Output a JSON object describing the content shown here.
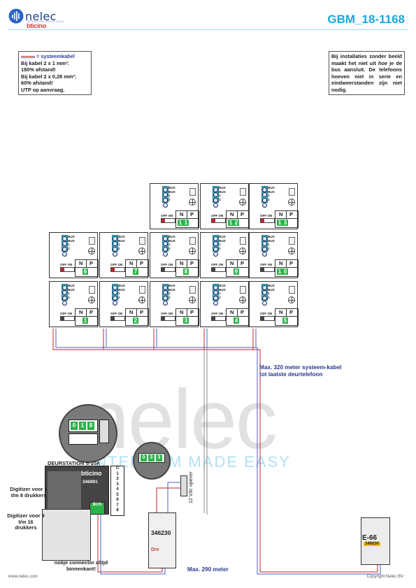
{
  "header": {
    "logo_text": "nelec",
    "logo_subtext": "INTERCOM MADE EASY",
    "logo_brand": "bticino",
    "doc_title": "GBM_18-1168"
  },
  "notes": {
    "left": {
      "legend_label": "= systeemkabel",
      "lines": [
        "Bij kabel 2 x 1 mm²:",
        "180% afstand!",
        "Bij kabel 2 x 0,28 mm²:",
        "60% afstand!",
        "UTP op aanvraag."
      ]
    },
    "right": {
      "parts": [
        "Bij installaties zonder beeld maakt het niet uit ",
        "hoe",
        " je de bus aansluit. De telefoons hoeven niet in serie en eindweerstanden zijn niet nodig."
      ]
    }
  },
  "watermark": {
    "big": "nelec",
    "tagline": "INTERCOM MADE EASY"
  },
  "phone_labels": {
    "terminals": [
      "BUS",
      "BUS",
      "1",
      "2"
    ],
    "off_on": "OFF ON",
    "n": "N",
    "p": "P"
  },
  "phones": [
    {
      "id": 1,
      "switch": "off",
      "digits": [
        "",
        "1"
      ]
    },
    {
      "id": 2,
      "switch": "off",
      "digits": [
        "",
        "2"
      ]
    },
    {
      "id": 3,
      "switch": "off",
      "digits": [
        "",
        "3"
      ]
    },
    {
      "id": 4,
      "switch": "off",
      "digits": [
        "",
        "4"
      ]
    },
    {
      "id": 5,
      "switch": "off",
      "digits": [
        "",
        "5"
      ]
    },
    {
      "id": 6,
      "switch": "on",
      "digits": [
        "",
        "6"
      ]
    },
    {
      "id": 7,
      "switch": "on",
      "digits": [
        "",
        "7"
      ]
    },
    {
      "id": 8,
      "switch": "off",
      "digits": [
        "",
        "8"
      ]
    },
    {
      "id": 9,
      "switch": "off",
      "digits": [
        "",
        "9"
      ]
    },
    {
      "id": 10,
      "switch": "off",
      "digits": [
        "1",
        "0"
      ]
    },
    {
      "id": 11,
      "switch": "on",
      "digits": [
        "1",
        "1"
      ]
    },
    {
      "id": 12,
      "switch": "on",
      "digits": [
        "1",
        "2"
      ]
    },
    {
      "id": 13,
      "switch": "on",
      "digits": [
        "1",
        "3"
      ]
    }
  ],
  "labels": {
    "max_320": "Max. 320 meter systeem-kabel tot laatste deurtelefoon",
    "max_290": "Max. 290 meter",
    "station": "DEURSTATION S-10A",
    "station_brand": "bticino",
    "station_code": "346991",
    "station_terminals": [
      "C",
      "1",
      "2",
      "3",
      "4",
      "5",
      "6",
      "7",
      "8"
    ],
    "station_bus": "BUS",
    "zoom_digits": [
      "0",
      "1",
      "8"
    ],
    "zoom2_digits": [
      "0",
      "3",
      "3"
    ],
    "digitizer_1": "Digitizer voor 1 t/m 8 drukkers",
    "digitizer_2": "Digitizer voor 9 t/m 16 drukkers",
    "connector": "nokje connector altijd binnenkant!",
    "opener": "12 Vdc opener",
    "relay_code": "346230",
    "relay_brand": "Dre",
    "psu_name": "E-66",
    "psu_code": "346030"
  },
  "footer": {
    "left": "www.nelec.com",
    "right": "Copyright Nelec BV"
  },
  "colors": {
    "title_blue": "#1aa8e0",
    "bus_wire_red": "#c0262d",
    "bus_wire_blue": "#4a5fc4",
    "address_green": "#2bb34a",
    "terminal_cyan": "#3fb5c7",
    "label_navy": "#27398f"
  }
}
